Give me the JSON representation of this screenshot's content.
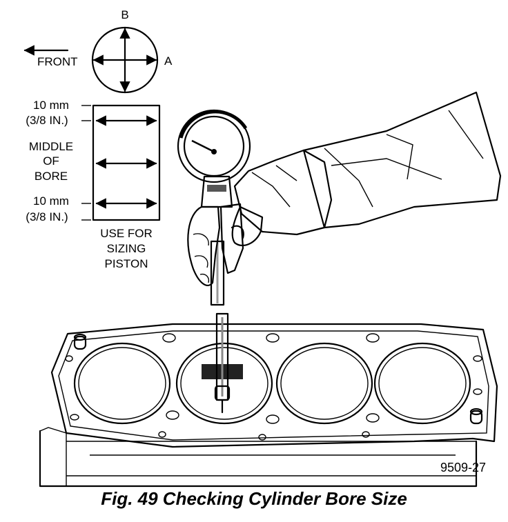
{
  "compass": {
    "top_label": "B",
    "right_label": "A",
    "front_label": "FRONT"
  },
  "bore_gauge": {
    "top_measure": [
      "10 mm",
      "(3/8 IN.)"
    ],
    "middle_label": [
      "MIDDLE",
      "OF",
      "BORE"
    ],
    "bottom_measure": [
      "10 mm",
      "(3/8 IN.)"
    ],
    "note": [
      "USE FOR",
      "SIZING",
      "PISTON"
    ]
  },
  "figure_number": "9509-27",
  "caption": "Fig. 49 Checking Cylinder Bore Size"
}
